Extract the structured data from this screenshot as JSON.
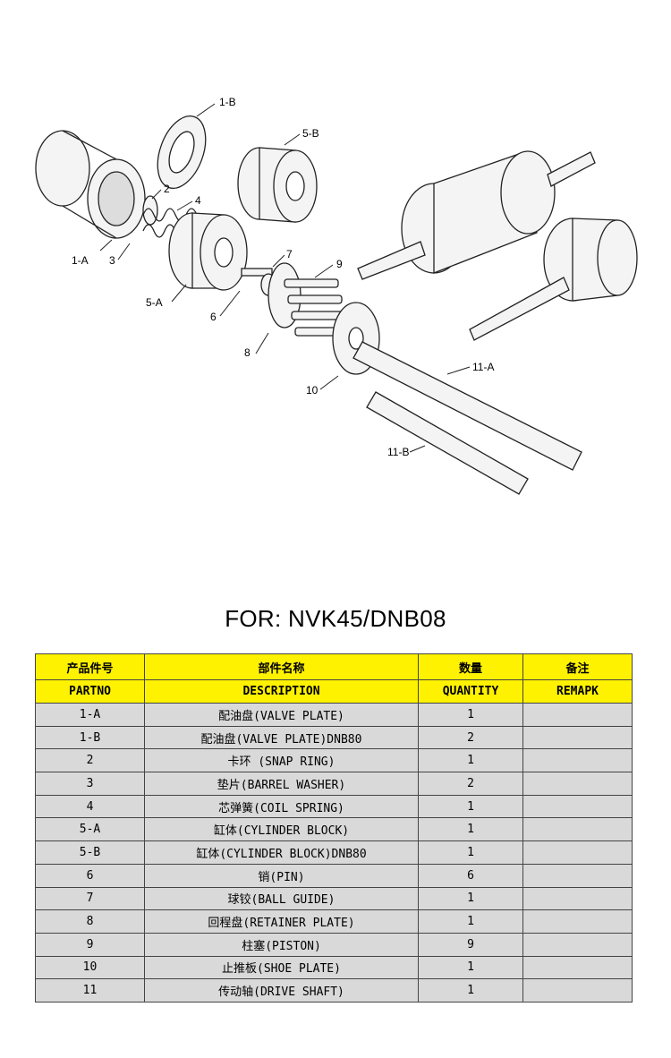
{
  "diagram": {
    "callouts": [
      "1-B",
      "5-B",
      "2",
      "4",
      "1-A",
      "3",
      "7",
      "9",
      "5-A",
      "6",
      "8",
      "10",
      "11-A",
      "11-B"
    ]
  },
  "title": "FOR: NVK45/DNB08",
  "table": {
    "header_cn": [
      "产品件号",
      "部件名称",
      "数量",
      "备注"
    ],
    "header_en": [
      "PARTNO",
      "DESCRIPTION",
      "QUANTITY",
      "REMAPK"
    ],
    "rows": [
      {
        "part": "1-A",
        "desc": "配油盘(VALVE PLATE)",
        "qty": "1",
        "remark": ""
      },
      {
        "part": "1-B",
        "desc": "配油盘(VALVE PLATE)DNB80",
        "qty": "2",
        "remark": ""
      },
      {
        "part": "2",
        "desc": "卡环 (SNAP RING)",
        "qty": "1",
        "remark": ""
      },
      {
        "part": "3",
        "desc": "垫片(BARREL WASHER)",
        "qty": "2",
        "remark": ""
      },
      {
        "part": "4",
        "desc": "芯弹簧(COIL SPRING)",
        "qty": "1",
        "remark": ""
      },
      {
        "part": "5-A",
        "desc": "缸体(CYLINDER BLOCK)",
        "qty": "1",
        "remark": ""
      },
      {
        "part": "5-B",
        "desc": "缸体(CYLINDER BLOCK)DNB80",
        "qty": "1",
        "remark": ""
      },
      {
        "part": "6",
        "desc": "销(PIN)",
        "qty": "6",
        "remark": ""
      },
      {
        "part": "7",
        "desc": "球铰(BALL GUIDE)",
        "qty": "1",
        "remark": ""
      },
      {
        "part": "8",
        "desc": "回程盘(RETAINER PLATE)",
        "qty": "1",
        "remark": ""
      },
      {
        "part": "9",
        "desc": "柱塞(PISTON)",
        "qty": "9",
        "remark": ""
      },
      {
        "part": "10",
        "desc": "止推板(SHOE PLATE)",
        "qty": "1",
        "remark": ""
      },
      {
        "part": "11",
        "desc": "传动轴(DRIVE SHAFT)",
        "qty": "1",
        "remark": ""
      }
    ]
  },
  "colors": {
    "header_bg": "#fff200",
    "row_bg": "#d9d9d9",
    "border": "#444444"
  }
}
